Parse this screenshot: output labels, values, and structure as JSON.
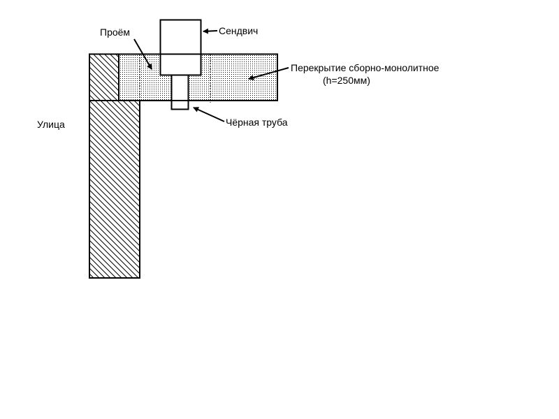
{
  "labels": {
    "opening": "Проём",
    "sandwich": "Сендвич",
    "slab_line1": "Перекрытие сборно-монолитное",
    "slab_line2": "(h=250мм)",
    "street": "Улица",
    "black_pipe": "Чёрная труба"
  },
  "colors": {
    "line": "#000000",
    "background": "#ffffff"
  }
}
